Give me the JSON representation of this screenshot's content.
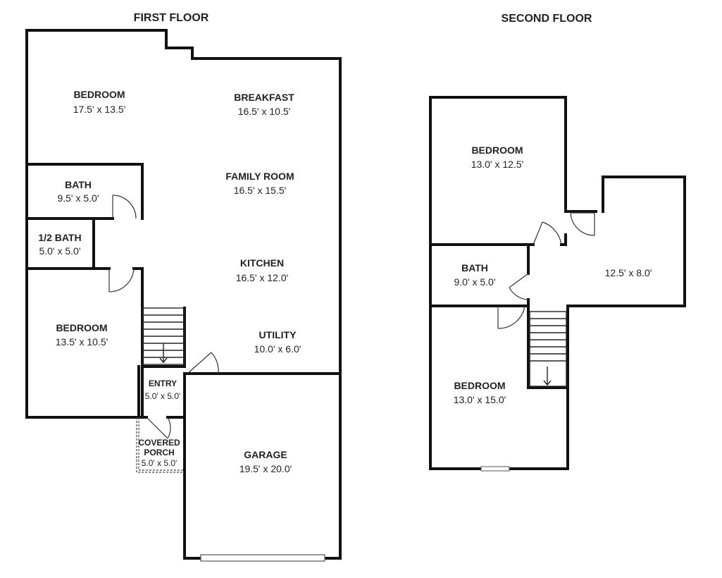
{
  "first_floor": {
    "title": "FIRST FLOOR",
    "rooms": {
      "bedroom_main": {
        "name": "BEDROOM",
        "dims": "17.5' x 13.5'"
      },
      "breakfast": {
        "name": "BREAKFAST",
        "dims": "16.5' x 10.5'"
      },
      "bath": {
        "name": "BATH",
        "dims": "9.5' x 5.0'"
      },
      "family_room": {
        "name": "FAMILY ROOM",
        "dims": "16.5' x 15.5'"
      },
      "half_bath": {
        "name": "1/2 BATH",
        "dims": "5.0' x 5.0'"
      },
      "kitchen": {
        "name": "KITCHEN",
        "dims": "16.5' x 12.0'"
      },
      "bedroom_front": {
        "name": "BEDROOM",
        "dims": "13.5' x 10.5'"
      },
      "utility": {
        "name": "UTILITY",
        "dims": "10.0' x 6.0'"
      },
      "entry": {
        "name": "ENTRY",
        "dims": "5.0' x 5.0'"
      },
      "covered_porch": {
        "name_line1": "COVERED",
        "name_line2": "PORCH",
        "dims": "5.0' x 5.0'"
      },
      "garage": {
        "name": "GARAGE",
        "dims": "19.5' x 20.0'"
      }
    }
  },
  "second_floor": {
    "title": "SECOND FLOOR",
    "rooms": {
      "bedroom_upper": {
        "name": "BEDROOM",
        "dims": "13.0' x 12.5'"
      },
      "loft": {
        "dims": "12.5' x 8.0'"
      },
      "bath": {
        "name": "BATH",
        "dims": "9.0' x 5.0'"
      },
      "bedroom_lower": {
        "name": "BEDROOM",
        "dims": "13.0' x 15.0'"
      }
    }
  }
}
